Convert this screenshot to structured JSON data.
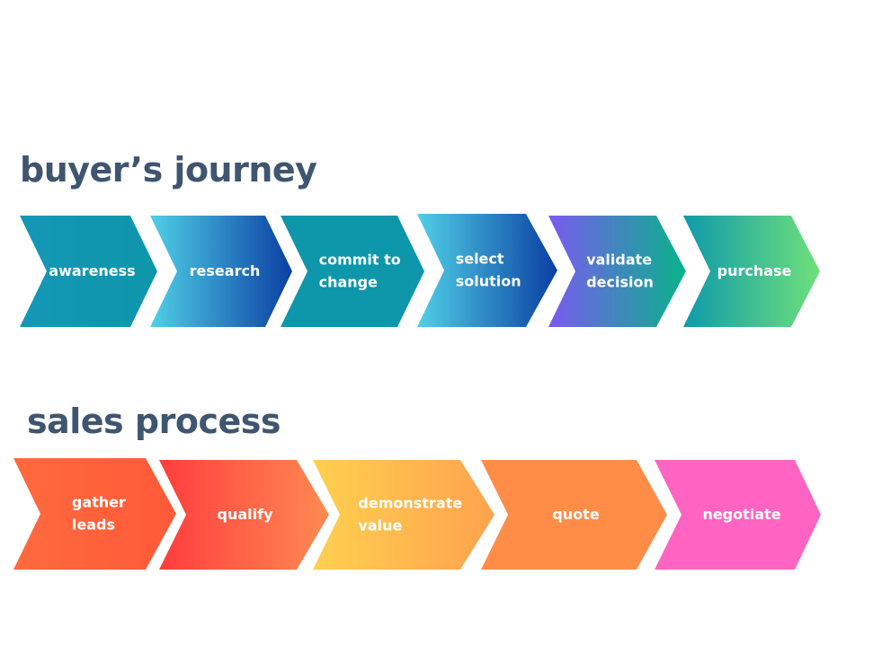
{
  "buyers_journey": {
    "title": "buyer’s journey",
    "steps": [
      {
        "lines": [
          "awareness"
        ],
        "colors": [
          "#1497b5",
          "#0e96aa"
        ]
      },
      {
        "lines": [
          "research"
        ],
        "colors": [
          "#4fd0e6",
          "#0b3fa3"
        ]
      },
      {
        "lines": [
          "commit to",
          "change"
        ],
        "colors": [
          "#0e96aa",
          "#0e96aa"
        ]
      },
      {
        "lines": [
          "select",
          "solution"
        ],
        "colors": [
          "#4fd0e6",
          "#0b3fa3"
        ]
      },
      {
        "lines": [
          "validate",
          "decision"
        ],
        "colors": [
          "#7a5af0",
          "#08b38a"
        ]
      },
      {
        "lines": [
          "purchase"
        ],
        "colors": [
          "#0e9aab",
          "#6fe07a"
        ]
      }
    ]
  },
  "sales_process": {
    "title": "sales process",
    "steps": [
      {
        "lines": [
          "gather",
          "leads"
        ],
        "colors": [
          "#ff6a3c",
          "#ff5a3a"
        ]
      },
      {
        "lines": [
          "qualify"
        ],
        "colors": [
          "#ff3d3d",
          "#ff8a52"
        ]
      },
      {
        "lines": [
          "demonstrate",
          "value"
        ],
        "colors": [
          "#ffd04f",
          "#ffa24e"
        ]
      },
      {
        "lines": [
          "quote"
        ],
        "colors": [
          "#ff8d48",
          "#ff8d48"
        ]
      },
      {
        "lines": [
          "negotiate"
        ],
        "colors": [
          "#ff64c2",
          "#ff64c2"
        ]
      }
    ]
  }
}
